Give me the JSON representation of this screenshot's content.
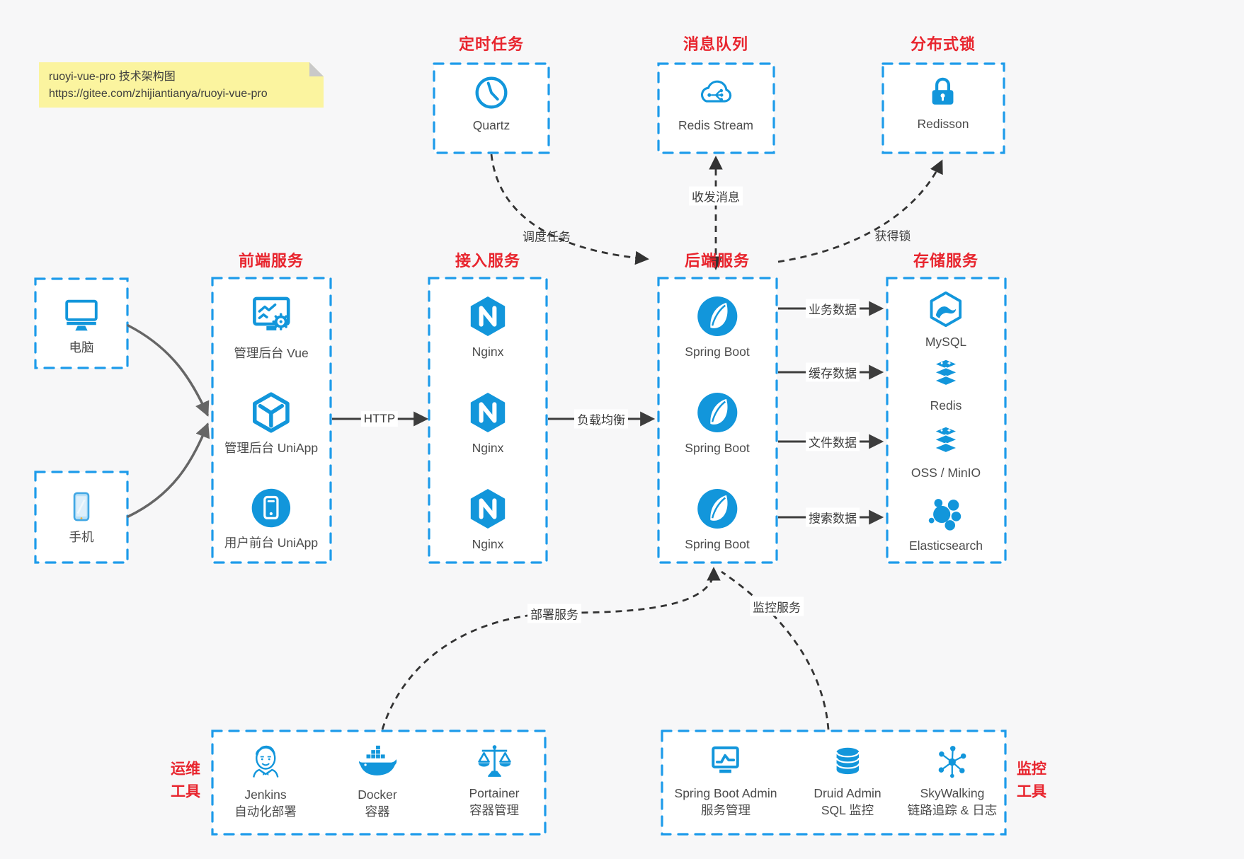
{
  "note": {
    "line1": "ruoyi-vue-pro 技术架构图",
    "line2": "https://gitee.com/zhijiantianya/ruoyi-vue-pro"
  },
  "top_services": [
    {
      "title": "定时任务",
      "label": "Quartz"
    },
    {
      "title": "消息队列",
      "label": "Redis Stream"
    },
    {
      "title": "分布式锁",
      "label": "Redisson"
    }
  ],
  "clients": [
    {
      "label": "电脑"
    },
    {
      "label": "手机"
    }
  ],
  "frontend": {
    "title": "前端服务",
    "items": [
      {
        "label": "管理后台 Vue"
      },
      {
        "label": "管理后台 UniApp"
      },
      {
        "label": "用户前台 UniApp"
      }
    ]
  },
  "gateway": {
    "title": "接入服务",
    "items": [
      {
        "label": "Nginx"
      },
      {
        "label": "Nginx"
      },
      {
        "label": "Nginx"
      }
    ]
  },
  "backend": {
    "title": "后端服务",
    "items": [
      {
        "label": "Spring Boot"
      },
      {
        "label": "Spring Boot"
      },
      {
        "label": "Spring Boot"
      }
    ]
  },
  "storage": {
    "title": "存储服务",
    "items": [
      {
        "label": "MySQL"
      },
      {
        "label": "Redis"
      },
      {
        "label": "OSS / MinIO"
      },
      {
        "label": "Elasticsearch"
      }
    ]
  },
  "ops": {
    "title_line1": "运维",
    "title_line2": "工具",
    "items": [
      {
        "name": "Jenkins",
        "desc": "自动化部署"
      },
      {
        "name": "Docker",
        "desc": "容器"
      },
      {
        "name": "Portainer",
        "desc": "容器管理"
      }
    ]
  },
  "monitoring": {
    "title_line1": "监控",
    "title_line2": "工具",
    "items": [
      {
        "name": "Spring Boot Admin",
        "desc": "服务管理"
      },
      {
        "name": "Druid Admin",
        "desc": "SQL 监控"
      },
      {
        "name": "SkyWalking",
        "desc": "链路追踪 & 日志"
      }
    ]
  },
  "edge_labels": {
    "http": "HTTP",
    "load_balance": "负载均衡",
    "schedule": "调度任务",
    "message": "收发消息",
    "lock": "获得锁",
    "business_data": "业务数据",
    "cache_data": "缓存数据",
    "file_data": "文件数据",
    "search_data": "搜索数据",
    "deploy": "部署服务",
    "monitor": "监控服务"
  },
  "colors": {
    "accent_blue": "#1296db",
    "border_blue": "#1d9bea",
    "title_red": "#e8252e",
    "note_bg": "#fbf49f"
  }
}
